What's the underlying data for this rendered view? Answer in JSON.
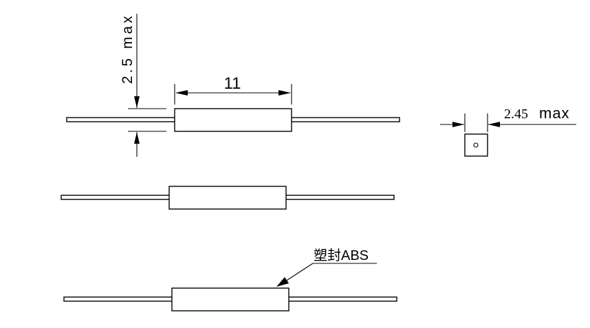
{
  "dimensions": {
    "height_label": "2.5 max",
    "length_label": "11",
    "width_label_number": "2.45",
    "width_label_unit": "max"
  },
  "callout": {
    "material_label": "塑封ABS"
  },
  "colors": {
    "line": "#000000",
    "background": "#ffffff"
  }
}
